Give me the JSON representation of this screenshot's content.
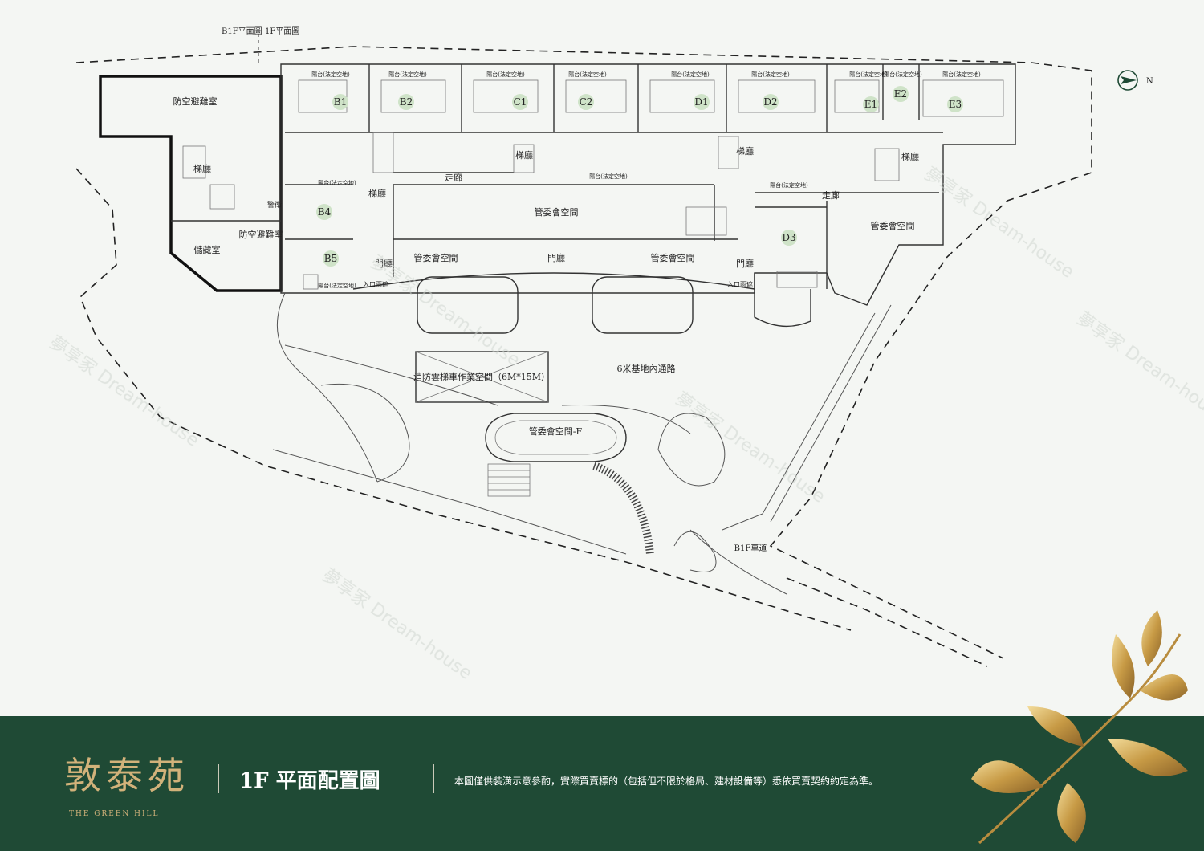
{
  "plan": {
    "top_labels": [
      "B1F平面圖",
      "1F平面圖"
    ],
    "north": "N",
    "units": [
      "B1",
      "B2",
      "C1",
      "C2",
      "D1",
      "D2",
      "E1",
      "E2",
      "E3",
      "B4",
      "B5",
      "D3"
    ],
    "balcony": "陽台(法定空地)",
    "rooms": {
      "air_raid_shelter_top": "防空避難室",
      "air_raid_shelter": "防空避難室",
      "storage": "儲藏室",
      "stair_hall": "梯廳",
      "guard": "警衛",
      "corridor": "走廊",
      "committee_space": "管委會空間",
      "lobby": "門廳",
      "entrance_canopy": "入口雨遮",
      "fire_ladder_zone": "消防雲梯車作業空間（6M*15M）",
      "internal_road": "6米基地內通路",
      "committee_space_f": "管委會空間-F",
      "b1f_ramp": "B1F車道"
    }
  },
  "footer": {
    "brand": "敦泰苑",
    "brand_en": "THE GREEN HILL",
    "floor_title": "1F  平面配置圖",
    "disclaimer": "本圖僅供裝潢示意參酌，實際買賣標的（包括但不限於格局、建材設備等）悉依買賣契約約定為準。"
  },
  "watermark": "夢享家 Dream-house",
  "colors": {
    "footer_bg": "#1f4a35",
    "gold": "#d2b27a",
    "unit_circle": "#cfe3c8"
  }
}
